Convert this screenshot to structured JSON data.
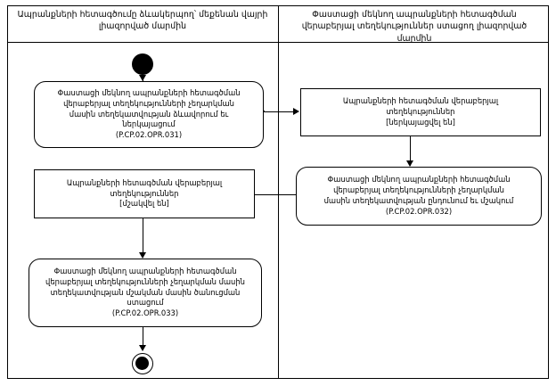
{
  "diagram": {
    "type": "uml-activity-diagram",
    "lanes": [
      {
        "id": "left",
        "title": "Ապրանքների հետագծումը ձևակերպող՝ մեքենան վայրի\nլիազորված մարմին"
      },
      {
        "id": "right",
        "title": "Փաստացի մեկնող ապրանքների հետագծման վերաբերյալ\nտեղեկություններ ստացող լիազորված մարմին"
      }
    ],
    "nodes": [
      {
        "id": "start",
        "kind": "initial-node",
        "lane": "left",
        "label": ""
      },
      {
        "id": "action-031",
        "kind": "action",
        "lane": "left",
        "label": "Փաստացի մեկնող ապրանքների հետագծման\nվերաբերյալ տեղեկությունների չեղարկման\nմասին տեղեկատվության ձևավորում եւ\nներկայացում\n(P.CP.02.OPR.031)",
        "code": "P.CP.02.OPR.031"
      },
      {
        "id": "object-submitted",
        "kind": "object",
        "lane": "right",
        "label": "Ապրանքների հետագծման վերաբերյալ\nտեղեկություններ\n[ներկայացվել են]",
        "state": "[ներկայացվել են]"
      },
      {
        "id": "action-032",
        "kind": "action",
        "lane": "right",
        "label": "Փաստացի մեկնող ապրանքների հետագծման\nվերաբերյալ տեղեկությունների չեղարկման\nմասին տեղեկատվության ընդունում եւ մշակում\n(P.CP.02.OPR.032)",
        "code": "P.CP.02.OPR.032"
      },
      {
        "id": "object-processed",
        "kind": "object",
        "lane": "left",
        "label": "Ապրանքների հետագծման վերաբերյալ\nտեղեկություններ\n[մշակվել են]",
        "state": "[մշակվել են]"
      },
      {
        "id": "action-033",
        "kind": "action",
        "lane": "left",
        "label": "Փաստացի մեկնող ապրանքների հետագծման\nվերաբերյալ տեղեկությունների չեղարկման մասին\nտեղեկատվության մշակման մասին ծանուցման\nստացում\n(P.CP.02.OPR.033)",
        "code": "P.CP.02.OPR.033"
      },
      {
        "id": "end",
        "kind": "final-node",
        "lane": "left",
        "label": ""
      }
    ],
    "edges": [
      {
        "id": "e1",
        "from": "start",
        "to": "action-031",
        "direction": "down"
      },
      {
        "id": "e2",
        "from": "action-031",
        "to": "object-submitted",
        "direction": "right"
      },
      {
        "id": "e3",
        "from": "object-submitted",
        "to": "action-032",
        "direction": "down"
      },
      {
        "id": "e4",
        "from": "action-032",
        "to": "object-processed",
        "direction": "left"
      },
      {
        "id": "e5",
        "from": "object-processed",
        "to": "action-033",
        "direction": "down"
      },
      {
        "id": "e6",
        "from": "action-033",
        "to": "end",
        "direction": "down"
      }
    ],
    "colors": {
      "stroke": "#000000",
      "background": "#ffffff",
      "text": "#000000"
    }
  }
}
